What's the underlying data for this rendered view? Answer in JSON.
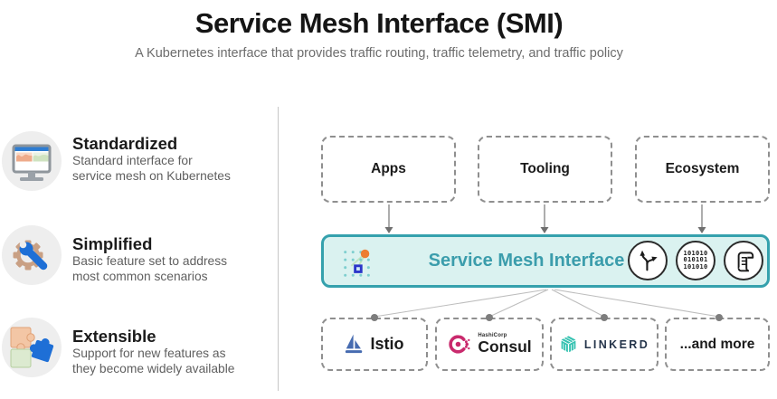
{
  "header": {
    "title": "Service Mesh Interface (SMI)",
    "subtitle": "A Kubernetes interface that provides traffic routing, traffic telemetry, and traffic policy"
  },
  "features": [
    {
      "icon": "monitor-dashboard-icon",
      "title": "Standardized",
      "line1": "Standard interface for",
      "line2": "service mesh on Kubernetes"
    },
    {
      "icon": "gear-wrench-icon",
      "title": "Simplified",
      "line1": "Basic feature set to address",
      "line2": "most common scenarios"
    },
    {
      "icon": "puzzle-piece-icon",
      "title": "Extensible",
      "line1": "Support for new features as",
      "line2": "they become widely available"
    }
  ],
  "diagram": {
    "consumers": [
      {
        "label": "Apps"
      },
      {
        "label": "Tooling"
      },
      {
        "label": "Ecosystem"
      }
    ],
    "smi": {
      "label": "Service Mesh Interface",
      "icons": [
        "smi-logo-icon",
        "traffic-split-icon",
        "binary-telemetry-icon",
        "policy-scroll-icon"
      ],
      "binary_lines": [
        "101010",
        "010101",
        "101010"
      ]
    },
    "implementations": [
      {
        "label": "Istio",
        "logo": "istio-sail-logo"
      },
      {
        "label": "Consul",
        "vendor": "HashiCorp",
        "logo": "consul-logo"
      },
      {
        "label": "LINKERD",
        "logo": "linkerd-cube-logo"
      },
      {
        "label": "...and more",
        "logo": null
      }
    ]
  },
  "colors": {
    "accent_teal": "#35a1ad",
    "smi_fill": "#daf2f0",
    "smi_text": "#3b9dac",
    "istio_blue": "#466bb0",
    "consul_magenta": "#c92a6d",
    "linkerd_teal": "#35c2b1",
    "icon_blue": "#1e6fd6",
    "icon_orange": "#ed7d31"
  }
}
